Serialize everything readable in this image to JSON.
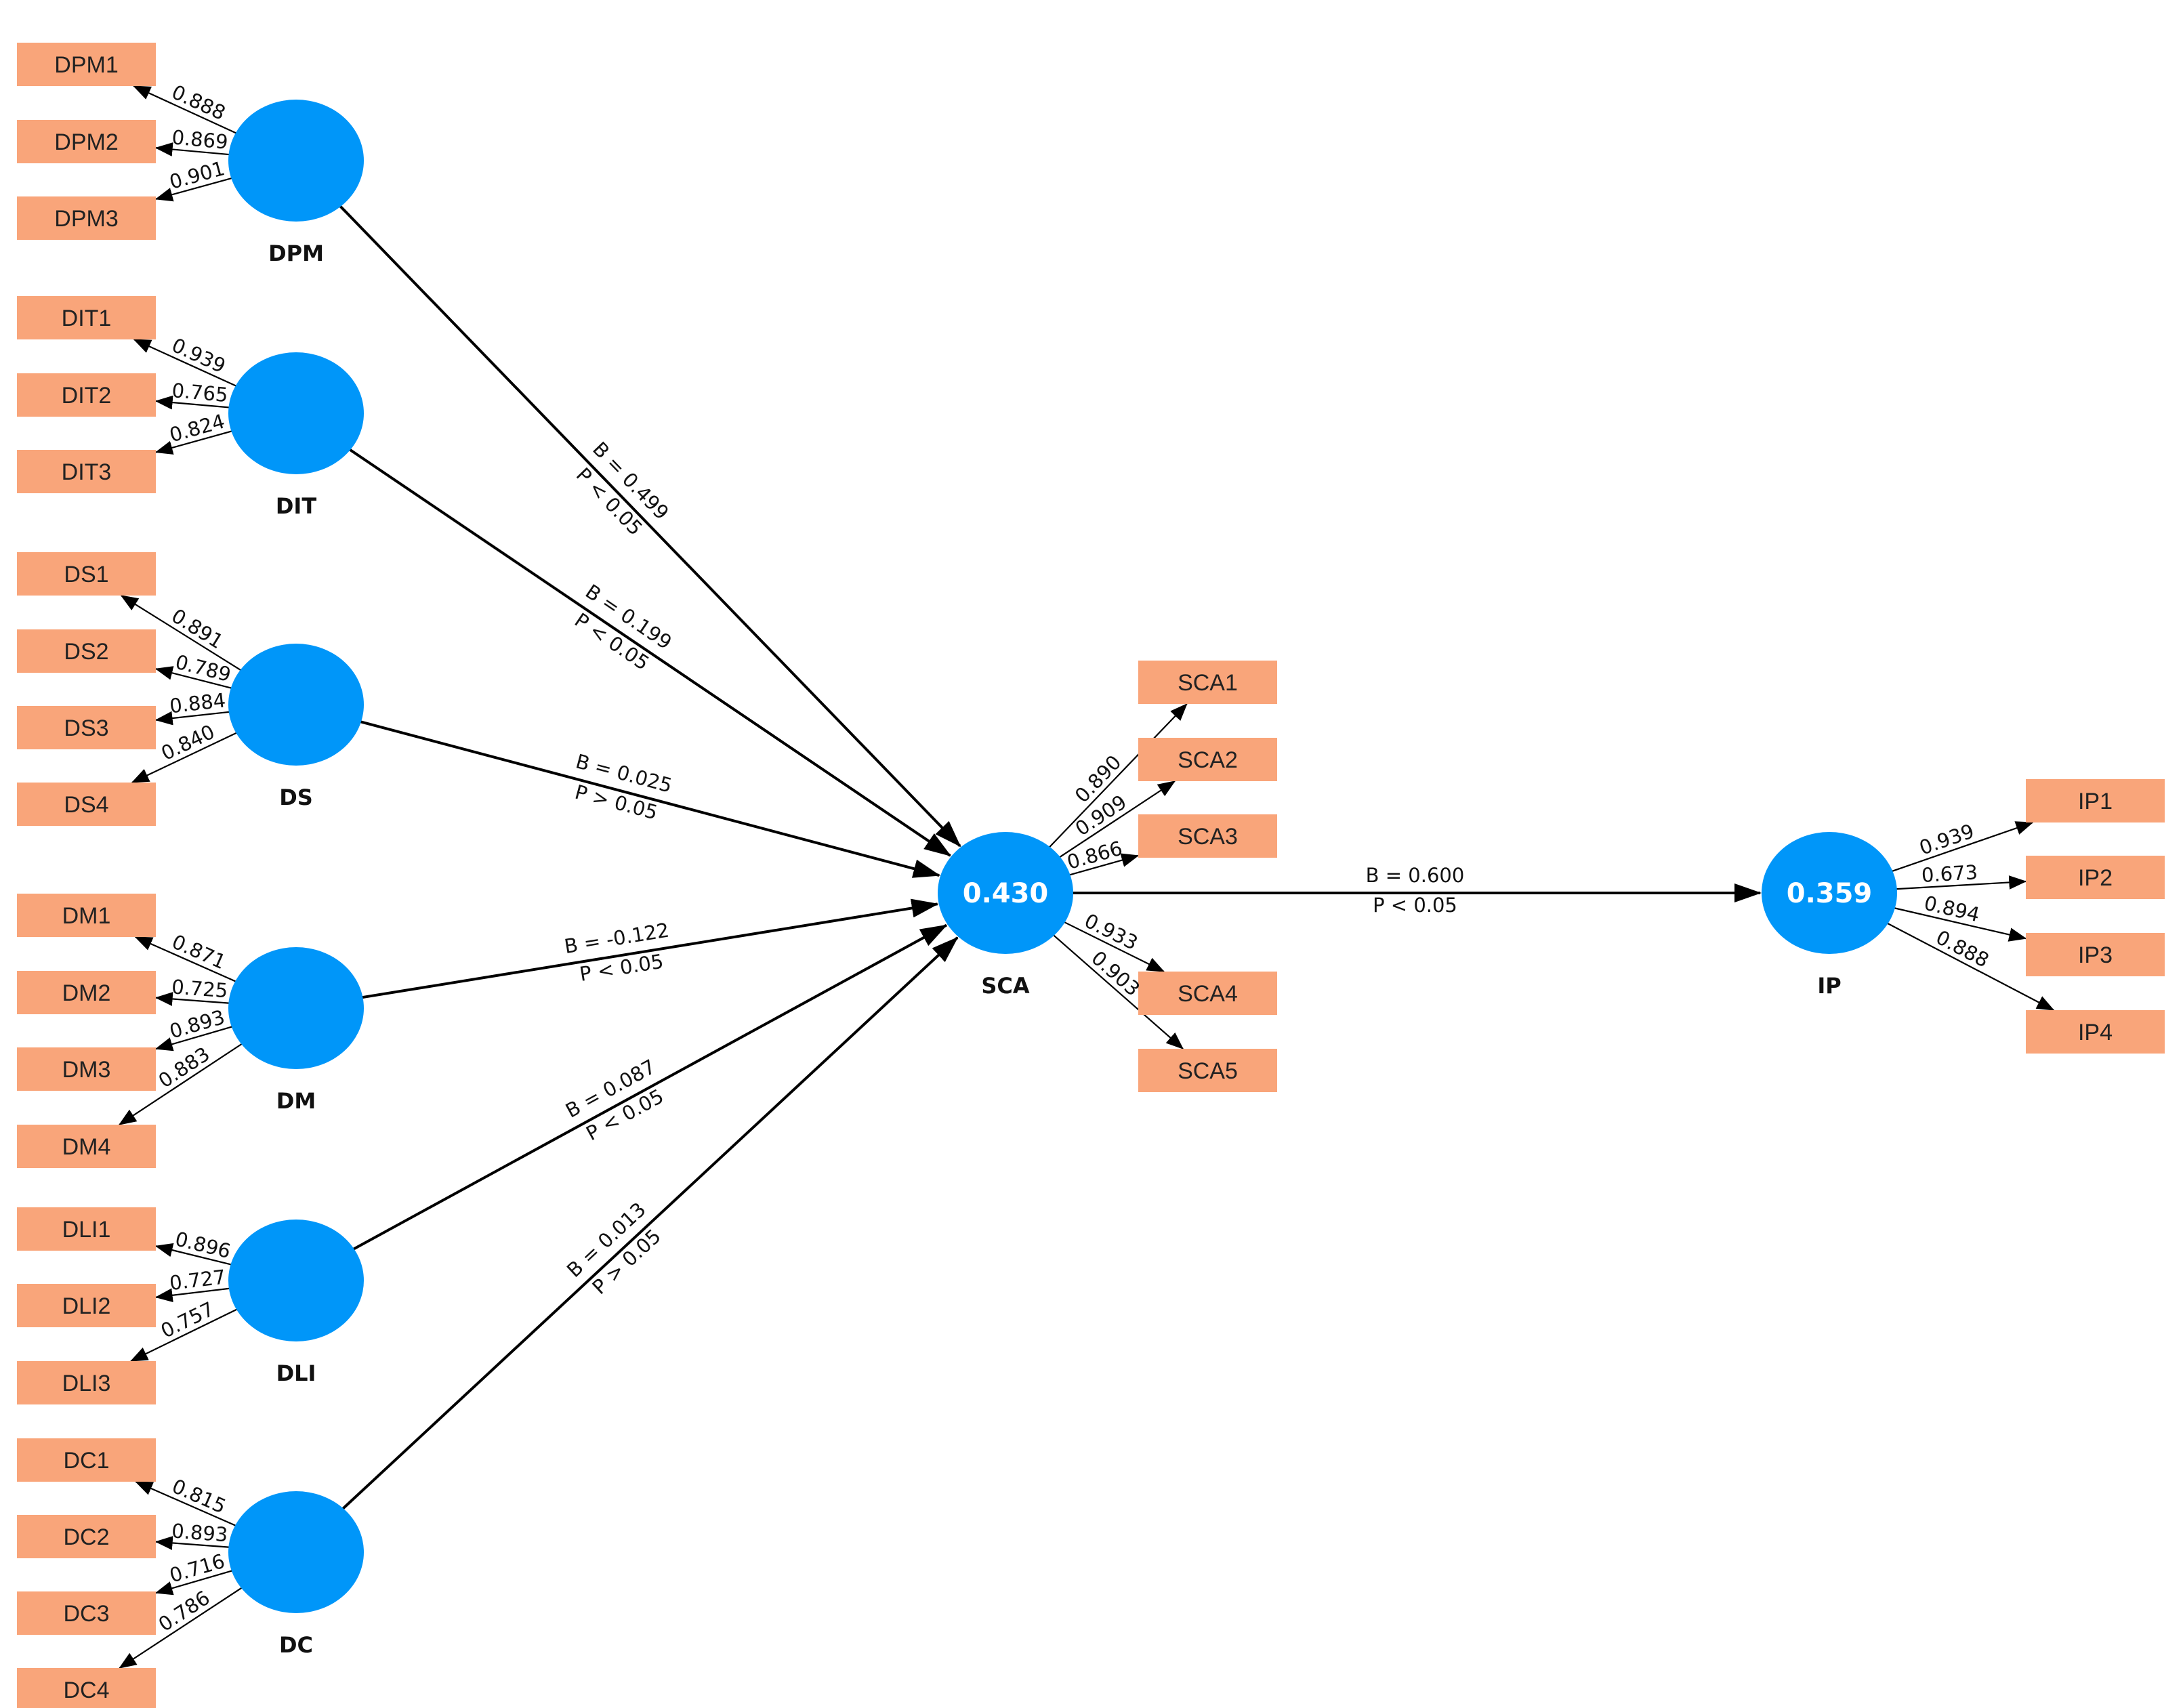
{
  "colors": {
    "construct_fill": "#0096F9",
    "indicator_fill": "#F9A57A",
    "line": "#000000"
  },
  "constructs": {
    "DPM": {
      "label": "DPM",
      "value": ""
    },
    "DIT": {
      "label": "DIT",
      "value": ""
    },
    "DS": {
      "label": "DS",
      "value": ""
    },
    "DM": {
      "label": "DM",
      "value": ""
    },
    "DLI": {
      "label": "DLI",
      "value": ""
    },
    "DC": {
      "label": "DC",
      "value": ""
    },
    "SCA": {
      "label": "SCA",
      "value": "0.430"
    },
    "IP": {
      "label": "IP",
      "value": "0.359"
    }
  },
  "indicators": {
    "DPM": [
      {
        "label": "DPM1",
        "loading": "0.888"
      },
      {
        "label": "DPM2",
        "loading": "0.869"
      },
      {
        "label": "DPM3",
        "loading": "0.901"
      }
    ],
    "DIT": [
      {
        "label": "DIT1",
        "loading": "0.939"
      },
      {
        "label": "DIT2",
        "loading": "0.765"
      },
      {
        "label": "DIT3",
        "loading": "0.824"
      }
    ],
    "DS": [
      {
        "label": "DS1",
        "loading": "0.891"
      },
      {
        "label": "DS2",
        "loading": "0.789"
      },
      {
        "label": "DS3",
        "loading": "0.884"
      },
      {
        "label": "DS4",
        "loading": "0.840"
      }
    ],
    "DM": [
      {
        "label": "DM1",
        "loading": "0.871"
      },
      {
        "label": "DM2",
        "loading": "0.725"
      },
      {
        "label": "DM3",
        "loading": "0.893"
      },
      {
        "label": "DM4",
        "loading": "0.883"
      }
    ],
    "DLI": [
      {
        "label": "DLI1",
        "loading": "0.896"
      },
      {
        "label": "DLI2",
        "loading": "0.727"
      },
      {
        "label": "DLI3",
        "loading": "0.757"
      }
    ],
    "DC": [
      {
        "label": "DC1",
        "loading": "0.815"
      },
      {
        "label": "DC2",
        "loading": "0.893"
      },
      {
        "label": "DC3",
        "loading": "0.716"
      },
      {
        "label": "DC4",
        "loading": "0.786"
      }
    ],
    "SCA": [
      {
        "label": "SCA1",
        "loading": "0.890"
      },
      {
        "label": "SCA2",
        "loading": "0.909"
      },
      {
        "label": "SCA3",
        "loading": "0.866"
      },
      {
        "label": "SCA4",
        "loading": "0.933"
      },
      {
        "label": "SCA5",
        "loading": "0.903"
      }
    ],
    "IP": [
      {
        "label": "IP1",
        "loading": "0.939"
      },
      {
        "label": "IP2",
        "loading": "0.673"
      },
      {
        "label": "IP3",
        "loading": "0.894"
      },
      {
        "label": "IP4",
        "loading": "0.888"
      }
    ]
  },
  "paths": [
    {
      "from": "DPM",
      "to": "SCA",
      "beta": "B = 0.499",
      "p": "P < 0.05"
    },
    {
      "from": "DIT",
      "to": "SCA",
      "beta": "B = 0.199",
      "p": "P < 0.05"
    },
    {
      "from": "DS",
      "to": "SCA",
      "beta": "B = 0.025",
      "p": "P > 0.05"
    },
    {
      "from": "DM",
      "to": "SCA",
      "beta": "B = -0.122",
      "p": "P < 0.05"
    },
    {
      "from": "DLI",
      "to": "SCA",
      "beta": "B = 0.087",
      "p": "P < 0.05"
    },
    {
      "from": "DC",
      "to": "SCA",
      "beta": "B = 0.013",
      "p": "P > 0.05"
    },
    {
      "from": "SCA",
      "to": "IP",
      "beta": "B = 0.600",
      "p": "P < 0.05"
    }
  ]
}
